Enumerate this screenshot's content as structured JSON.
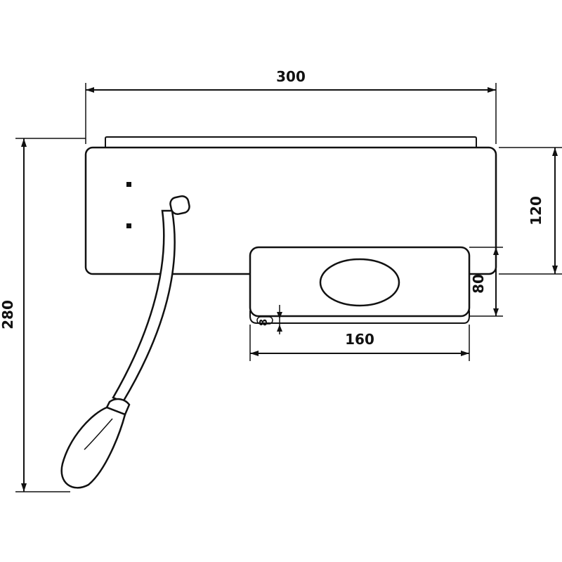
{
  "drawing": {
    "dimensions": {
      "total_width": "300",
      "total_height": "280",
      "base_height": "120",
      "module_height": "80",
      "module_width": "160",
      "small_detail": "8"
    },
    "line_color": "#111111",
    "background_color": "#ffffff"
  }
}
